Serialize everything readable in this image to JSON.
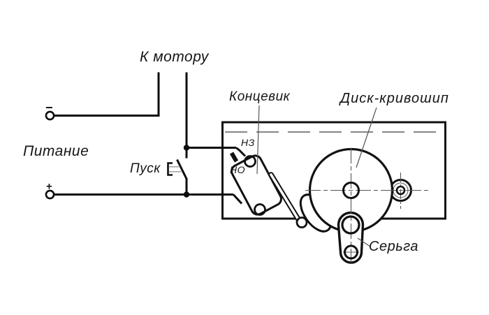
{
  "diagram": {
    "type": "wiring-mechanical-schematic",
    "labels": {
      "power": "Питание",
      "to_motor": "К мотору",
      "start": "Пуск",
      "limit_switch": "Концевик",
      "crank_disk": "Диск-кривошип",
      "shackle": "Серьга",
      "contact_nc": "НЗ",
      "contact_no": "НО"
    },
    "terminals": {
      "minus": "−",
      "plus": "+"
    },
    "colors": {
      "line": "#111111",
      "center_line": "#555555",
      "hidden_line": "#8c8c8c",
      "background": "#ffffff"
    }
  }
}
